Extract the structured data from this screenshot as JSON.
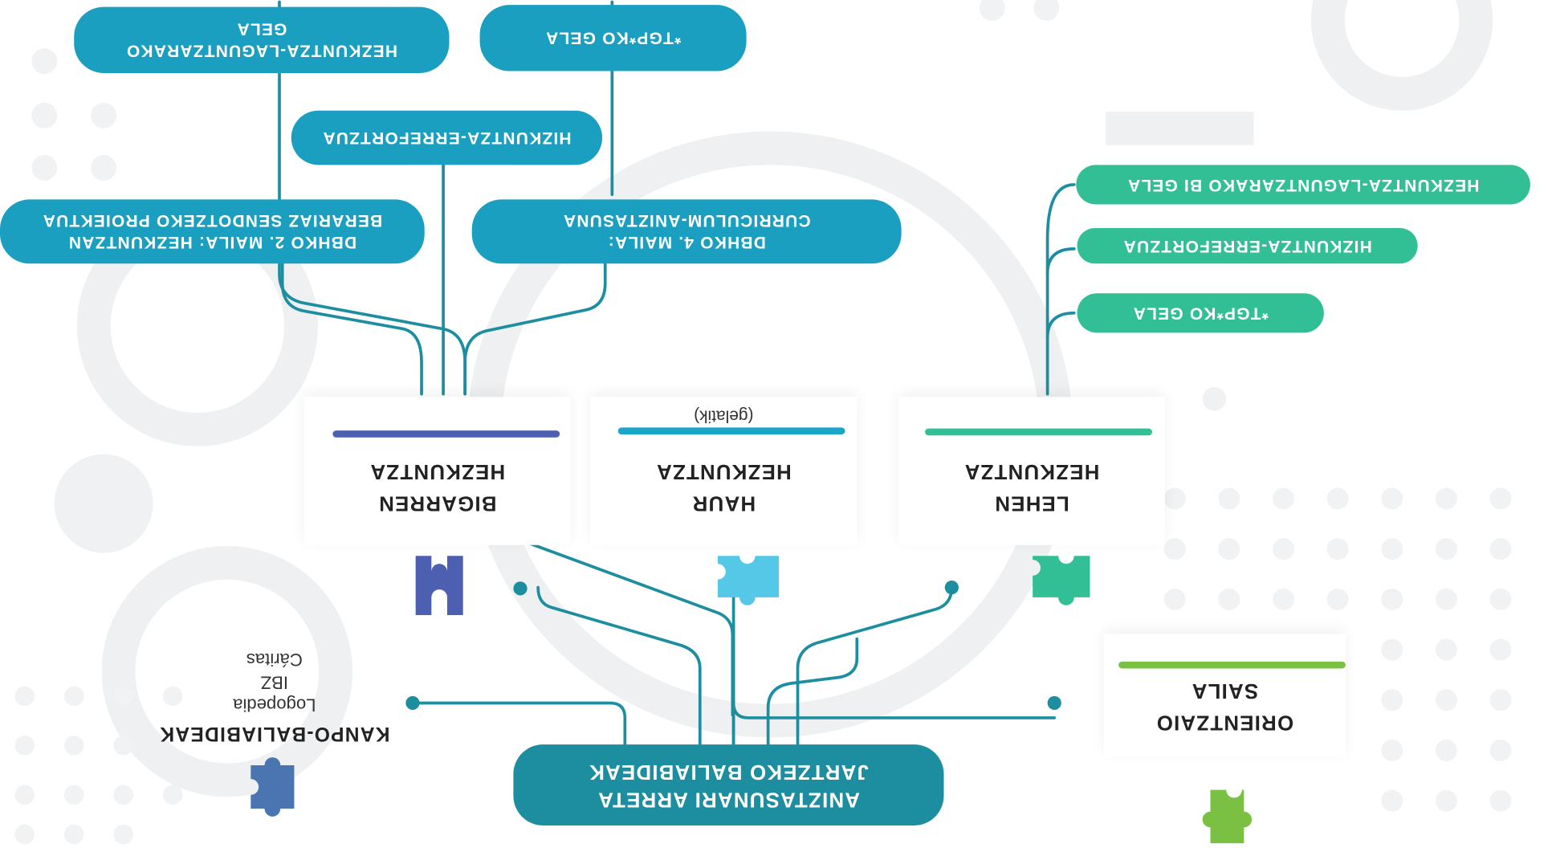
{
  "colors": {
    "teal": "#1d8ea0",
    "blue_pill": "#1a9fc0",
    "green_pill": "#33bf95",
    "secondary": "#4d5fb0",
    "infant": "#1aa6c8",
    "primary": "#33bf95",
    "guidance": "#7ac143",
    "external": "#4a75b0"
  },
  "central": {
    "line1": "ANIZTASUNARI ARRETA",
    "line2": "JARTZEKO BALIABIDEAK"
  },
  "branches": {
    "haur": {
      "line1": "HAUR",
      "line2": "HEZKUNTZA",
      "note": "(gelatik)"
    },
    "lehen": {
      "line1": "LEHEN",
      "line2": "HEZKUNTZA",
      "items": [
        "HEZKUNTZA-LAGUNTZARAKO BI GELA",
        "HIZKUNTZA-ERREFORTZUA",
        "*TGP*KO GELA"
      ]
    },
    "bigarren": {
      "line1": "BIGARREN",
      "line2": "HEZKUNTZA",
      "items": {
        "tgp": "*TGP*KO GELA",
        "laguntza_line1": "HEZKUNTZA-LAGUNTZARAKO",
        "laguntza_line2": "GELA",
        "hizkuntza": "HIZKUNTZA-ERREFORTZUA",
        "dbh4_line1": "DBHKO 4. MAILA:",
        "dbh4_line2": "CURRICULUM-ANIZTASUNA",
        "dbh2_line1": "DBHKO 2. MAILA: HEZKUNTZAN",
        "dbh2_line2": "BERARIAZ SENDOTZEKO PROIEKTUA"
      }
    },
    "orientazio": {
      "line1": "ORIENTZAIO",
      "line2": "SAILA"
    },
    "kanpo": {
      "title": "KANPO-BALIABIDEAK",
      "items": [
        "Logopedia",
        "IBZ",
        "Cáritas"
      ]
    }
  },
  "icons": [
    "puzzle-icon"
  ]
}
